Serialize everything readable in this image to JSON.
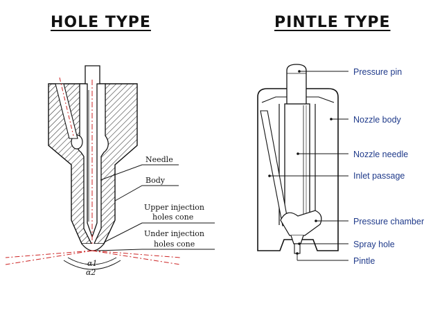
{
  "hole_type": {
    "title": "HOLE TYPE",
    "labels": {
      "needle": "Needle",
      "body": "Body",
      "upper_line1": "Upper injection",
      "upper_line2": "holes cone",
      "under_line1": "Under injection",
      "under_line2": "holes cone",
      "alpha1": "α1",
      "alpha2": "α2"
    }
  },
  "pintle_type": {
    "title": "PINTLE TYPE",
    "labels": {
      "pressure_pin": "Pressure pin",
      "nozzle_body": "Nozzle body",
      "nozzle_needle": "Nozzle needle",
      "inlet_passage": "Inlet passage",
      "pressure_chamber": "Pressure chamber",
      "spray_hole": "Spray hole",
      "pintle": "Pintle"
    }
  },
  "colors": {
    "label_text": "#1f3a8a",
    "centerline": "#cc2222",
    "outline": "#111111"
  }
}
